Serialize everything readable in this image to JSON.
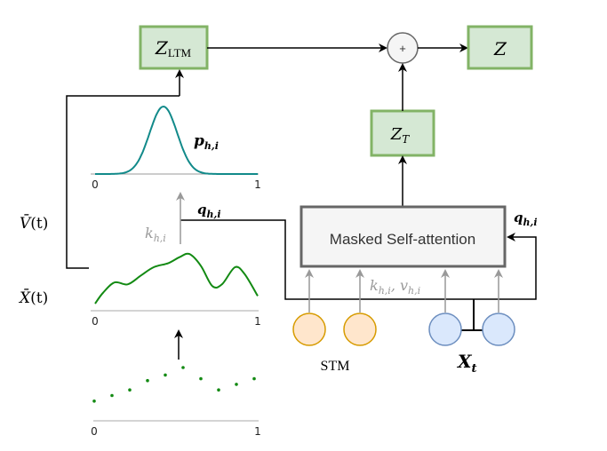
{
  "colors": {
    "green_box_fill": "#d5e8d4",
    "green_box_stroke": "#82b366",
    "stm_fill": "#ffe6cc",
    "stm_stroke": "#d79b00",
    "xt_fill": "#dae8fc",
    "xt_stroke": "#6c8ebf",
    "attention_fill": "#f5f5f5",
    "attention_stroke": "#666666",
    "gray_arrow": "#999999",
    "teal_curve": "#128a8a",
    "green_curve": "#138a13",
    "black": "#000000"
  },
  "nodes": {
    "z_ltm": {
      "main": "Z",
      "sub": "LTM"
    },
    "sum": {
      "label": "+"
    },
    "z_out": {
      "main": "Z"
    },
    "z_t": {
      "main": "Z",
      "sub": "T"
    },
    "attention": {
      "label": "Masked Self-attention"
    },
    "stm_label": "STM",
    "xt_label": {
      "main": "X",
      "sub": "t"
    }
  },
  "labels": {
    "p_hi": {
      "main": "p",
      "sub": "h,i"
    },
    "q_hi_left": {
      "main": "q",
      "sub": "h,i"
    },
    "q_hi_right": {
      "main": "q",
      "sub": "h,i"
    },
    "k_hi": {
      "main": "k",
      "sub": "h,i"
    },
    "kv_hi": {
      "k": "k",
      "k_sub": "h,i",
      "sep": ", ",
      "v": "v",
      "v_sub": "h,i"
    },
    "v_bar_t": {
      "main": "V̄",
      "arg": "(t)"
    },
    "x_bar_t": {
      "main": "X̄",
      "arg": "(t)"
    }
  },
  "chart_data": [
    {
      "name": "gaussian-density",
      "type": "line",
      "label": "p_{h,i}",
      "xlim": [
        0,
        1
      ],
      "x_ticks": [
        "0",
        "1"
      ],
      "mean": 0.42,
      "std": 0.085,
      "peak_value": 1.0
    },
    {
      "name": "continuous-signal",
      "type": "line",
      "label": "X̄(t)",
      "xlim": [
        0,
        1
      ],
      "x_ticks": [
        "0",
        "1"
      ],
      "x": [
        0.0,
        0.05,
        0.12,
        0.2,
        0.28,
        0.36,
        0.45,
        0.52,
        0.58,
        0.65,
        0.72,
        0.78,
        0.86,
        0.92,
        1.0
      ],
      "y": [
        0.0,
        0.22,
        0.42,
        0.38,
        0.55,
        0.72,
        0.8,
        0.92,
        0.98,
        0.75,
        0.35,
        0.38,
        0.72,
        0.58,
        0.15
      ]
    },
    {
      "name": "discrete-samples",
      "type": "scatter",
      "label": "X_t samples",
      "xlim": [
        0,
        1
      ],
      "x_ticks": [
        "0",
        "1"
      ],
      "x": [
        0.05,
        0.15,
        0.25,
        0.35,
        0.45,
        0.55,
        0.65,
        0.75,
        0.85,
        0.95
      ],
      "y": [
        0.1,
        0.25,
        0.4,
        0.65,
        0.8,
        1.0,
        0.7,
        0.4,
        0.55,
        0.7
      ]
    }
  ]
}
